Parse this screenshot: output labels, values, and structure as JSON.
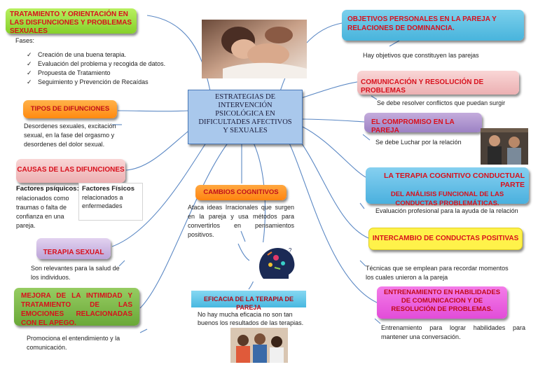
{
  "center": {
    "title": "ESTRATEGIAS DE INTERVENCIÓN PSICOLÓGICA EN DIFICULTADES AFECTIVOS Y SEXUALES"
  },
  "left": {
    "tratamiento": {
      "title": "TRATAMIENTO Y ORIENTACIÓN EN LAS DISFUNCIONES Y PROBLEMAS SEXUALES",
      "fases_label": "Fases:",
      "fases": [
        "Creación de una buena terapia.",
        "Evaluación del problema y recogida de datos.",
        "Propuesta de Tratamiento",
        "Seguimiento y Prevención de Recaídas"
      ]
    },
    "tipos": {
      "title": "TIPOS DE DIFUNCIONES",
      "text": "Desordenes sexuales, excitación sexual, en la fase del orgasmo y desordenes del dolor sexual."
    },
    "causas": {
      "title": "CAUSAS DE LAS DIFUNCIONES",
      "psiquicos_title": "Factores psíquicos:",
      "psiquicos_text": "relacionados como traumas o falta de confianza en una pareja.",
      "fisicos_title": "Factores Físicos",
      "fisicos_text": "relacionados a enfermedades"
    },
    "terapia_sexual": {
      "title": "TERAPIA SEXUAL",
      "text": "Son relevantes para la salud de los individuos."
    },
    "mejora": {
      "title": "MEJORA DE LA INTIMIDAD Y TRATAMIENTO DE LAS EMOCIONES RELACIONADAS CON EL APEGO.",
      "text": "Promociona el entendimiento y la comunicación."
    }
  },
  "middle": {
    "cambios": {
      "title": "CAMBIOS COGNITIVOS",
      "text": "Ataca ideas Irracionales que surgen en la pareja y usa métodos para convertirlos en pensamientos positivos."
    },
    "eficacia": {
      "title": "EFICACIA DE LA TERAPIA DE PAREJA",
      "text": "No hay mucha eficacia no son tan buenos los resultados de las terapias."
    }
  },
  "right": {
    "objetivos": {
      "title": "OBJETIVOS PERSONALES EN LA PAREJA Y RELACIONES DE DOMINANCIA.",
      "text": "Hay objetivos que constituyen las parejas"
    },
    "comunicacion": {
      "title": "COMUNICACIÓN Y RESOLUCIÓN DE PROBLEMAS",
      "text": "Se debe resolver conflictos que puedan surgir"
    },
    "compromiso": {
      "title": "EL COMPROMISO EN LA PAREJA",
      "text": "Se debe Luchar por la relación"
    },
    "terapia_cc": {
      "title_line1": "LA TERAPIA COGNITIVO CONDUCTUAL PARTE",
      "title_line2": "DEL ANÁLISIS FUNCIONAL DE LAS CONDUCTAS PROBLEMÁTICAS.",
      "text": "Evaluación profesional para la ayuda de la relación"
    },
    "intercambio": {
      "title": "INTERCAMBIO DE CONDUCTAS POSITIVAS",
      "text": "Técnicas que se emplean para recordar momentos los cuales unieron a la pareja"
    },
    "entrenamiento": {
      "title": "ENTRENAMIENTO EN HABILIDADES DE COMUNICACION Y DE RESOLUCIÓN DE PROBLEMAS.",
      "text": "Entrenamiento para lograr habilidades para mantener una conversación."
    }
  },
  "colors": {
    "center_fill": "#a9c8ec",
    "lime": "#9be02c",
    "orange": "#ff9a1e",
    "pink": "#f5c6c8",
    "lavender": "#c8b4de",
    "green": "#7ab648",
    "cyan": "#5fc4e6",
    "yellow": "#fff24a",
    "magenta": "#ec5ce0",
    "title_red": "#e8141e",
    "link": "#5b88c4"
  },
  "images": [
    "couple-photo",
    "sad-couple-photo",
    "brain-illustration",
    "therapy-group-photo"
  ]
}
